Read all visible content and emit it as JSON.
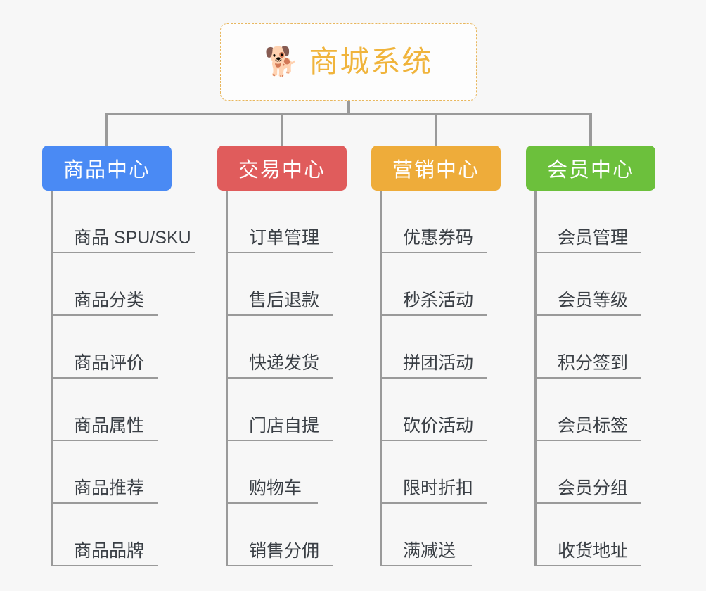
{
  "root": {
    "icon": "shiba-dog-face-emoji",
    "emoji": "🐕",
    "title": "商城系统",
    "color": "#f0b43c",
    "border_color": "#e8b75e"
  },
  "theme": {
    "background": "#f7f7f7",
    "connector": "#9a9a9a",
    "leaf_text": "#3a3f45"
  },
  "columns": [
    {
      "id": "product-center",
      "title": "商品中心",
      "color": "#4a8af4",
      "items": [
        {
          "label": "商品 SPU/SKU"
        },
        {
          "label": "商品分类"
        },
        {
          "label": "商品评价"
        },
        {
          "label": "商品属性"
        },
        {
          "label": "商品推荐"
        },
        {
          "label": "商品品牌"
        }
      ]
    },
    {
      "id": "trade-center",
      "title": "交易中心",
      "color": "#e05c5c",
      "items": [
        {
          "label": "订单管理"
        },
        {
          "label": "售后退款"
        },
        {
          "label": "快递发货"
        },
        {
          "label": "门店自提"
        },
        {
          "label": "购物车"
        },
        {
          "label": "销售分佣"
        }
      ]
    },
    {
      "id": "marketing-center",
      "title": "营销中心",
      "color": "#eeac3a",
      "items": [
        {
          "label": "优惠券码"
        },
        {
          "label": "秒杀活动"
        },
        {
          "label": "拼团活动"
        },
        {
          "label": "砍价活动"
        },
        {
          "label": "限时折扣"
        },
        {
          "label": "满减送"
        }
      ]
    },
    {
      "id": "member-center",
      "title": "会员中心",
      "color": "#6cc03c",
      "items": [
        {
          "label": "会员管理"
        },
        {
          "label": "会员等级"
        },
        {
          "label": "积分签到"
        },
        {
          "label": "会员标签"
        },
        {
          "label": "会员分组"
        },
        {
          "label": "收货地址"
        }
      ]
    }
  ]
}
